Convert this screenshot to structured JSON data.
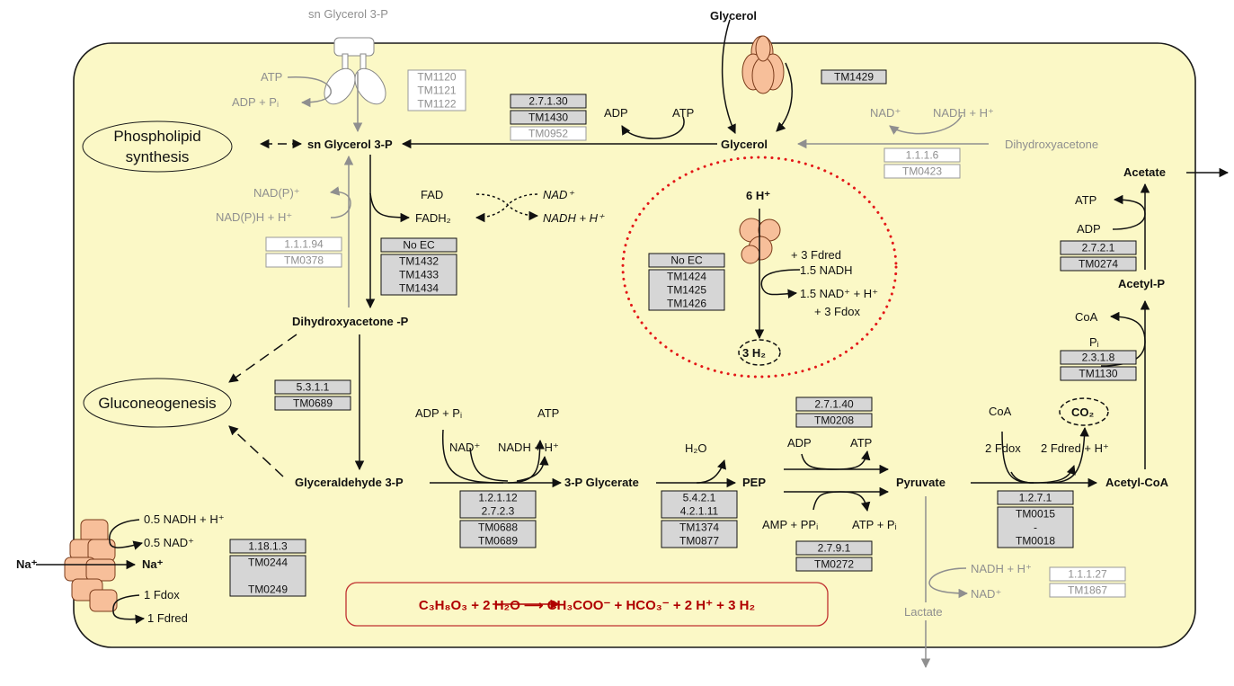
{
  "colors": {
    "cell_fill": "#fbf8c6",
    "cell_stroke": "#1a1a1a",
    "transporter_fill": "#f7bf9a",
    "transporter_stroke": "#7a3b1a",
    "ec_box_fill": "#d6d6d6",
    "faded_text": "#8f8f8f",
    "dotted_circle": "#e31818",
    "equation_text": "#b00000"
  },
  "metabolites": {
    "sn_g3p_outside": "sn Glycerol 3-P",
    "sn_g3p": "sn Glycerol 3-P",
    "glycerol_outside": "Glycerol",
    "glycerol": "Glycerol",
    "dihydroxyacetone": "Dihydroxyacetone",
    "dhap": "Dihydroxyacetone -P",
    "gap": "Glyceraldehyde 3-P",
    "p3g": "3-P Glycerate",
    "pep": "PEP",
    "pyruvate": "Pyruvate",
    "acetyl_coa": "Acetyl-CoA",
    "acetyl_p": "Acetyl-P",
    "acetate": "Acetate",
    "lactate": "Lactate",
    "phospholipid": [
      "Phospholipid",
      "synthesis"
    ],
    "gluconeogenesis": "Gluconeogenesis",
    "h6": "6 H⁺",
    "h2": "3 H₂",
    "co2": "CO₂",
    "na_out": "Na⁺",
    "na_in": "Na⁺"
  },
  "cofactors": {
    "atp_in": "ATP",
    "adp_pi_out": "ADP + Pᵢ",
    "adp_glycerol": "ADP",
    "atp_glycerol": "ATP",
    "nad_dha": "NAD⁺",
    "nadh_dha": "NADH + H⁺",
    "nadp": "NAD(P)⁺",
    "nadph": "NAD(P)H + H⁺",
    "fad": "FAD",
    "fadh2": "FADH₂",
    "nad_i": "NAD⁺",
    "nadh_i": "NADH + H⁺",
    "fd_red_in": "+ 3 Fdred",
    "nadh_15": "1.5 NADH",
    "nad_15": "1.5 NAD⁺ + H⁺",
    "fd_ox_out": "+ 3 Fdox",
    "adp_pi_gap": "ADP + Pᵢ",
    "atp_gap": "ATP",
    "nad_gap": "NAD⁺",
    "nadh_gap": "NADH + H⁺",
    "h2o": "H₂O",
    "adp_pk": "ADP",
    "atp_pk": "ATP",
    "amp_ppi": "AMP + PPᵢ",
    "atp_pi": "ATP + Pᵢ",
    "coa_pfor": "CoA",
    "fd_ox_pfor": "2 Fdox",
    "fd_red_pfor": "2 Fdred + H⁺",
    "nadh_ldh": "NADH + H⁺",
    "nad_ldh": "NAD⁺",
    "coa_pta": "CoA",
    "pi_pta": "Pᵢ",
    "atp_ack": "ATP",
    "adp_ack": "ADP",
    "nadh_rnf": "0.5 NADH + H⁺",
    "nad_rnf": "0.5 NAD⁺",
    "fd_ox_rnf": "1 Fdox",
    "fd_red_rnf": "1 Fdred"
  },
  "enzymes": {
    "transporter_g3p": [
      "TM1120",
      "TM1121",
      "TM1122"
    ],
    "glpk": [
      "2.7.1.30",
      "TM1430",
      "TM0952"
    ],
    "glycerol_facilitator": [
      "TM1429"
    ],
    "dha_red": [
      "1.1.1.6",
      "TM0423"
    ],
    "g3p_dh_nadp": [
      "1.1.1.94",
      "TM0378"
    ],
    "g3p_dh_fad": [
      "No EC",
      "TM1432",
      "TM1433",
      "TM1434"
    ],
    "hydrogenase": [
      "No EC",
      "TM1424",
      "TM1425",
      "TM1426"
    ],
    "tpi": [
      "5.3.1.1",
      "TM0689"
    ],
    "gapdh_pgk": [
      "1.2.1.12",
      "2.7.2.3",
      "TM0688",
      "TM0689"
    ],
    "pgm_eno": [
      "5.4.2.1",
      "4.2.1.11",
      "TM1374",
      "TM0877"
    ],
    "pk": [
      "2.7.1.40",
      "TM0208"
    ],
    "ppdk": [
      "2.7.9.1",
      "TM0272"
    ],
    "pfor": [
      "1.2.7.1",
      "TM0015",
      "-",
      "TM0018"
    ],
    "ldh": [
      "1.1.1.27",
      "TM1867"
    ],
    "pta": [
      "2.3.1.8",
      "TM1130"
    ],
    "ack": [
      "2.7.2.1",
      "TM0274"
    ],
    "rnf": [
      "1.18.1.3",
      "TM0244",
      "TM0249"
    ]
  },
  "equation": "C₃H₈O₃ + 2 H₂O ⟶ CH₃COO⁻ + HCO₃⁻ + 2 H⁺ + 3 H₂"
}
